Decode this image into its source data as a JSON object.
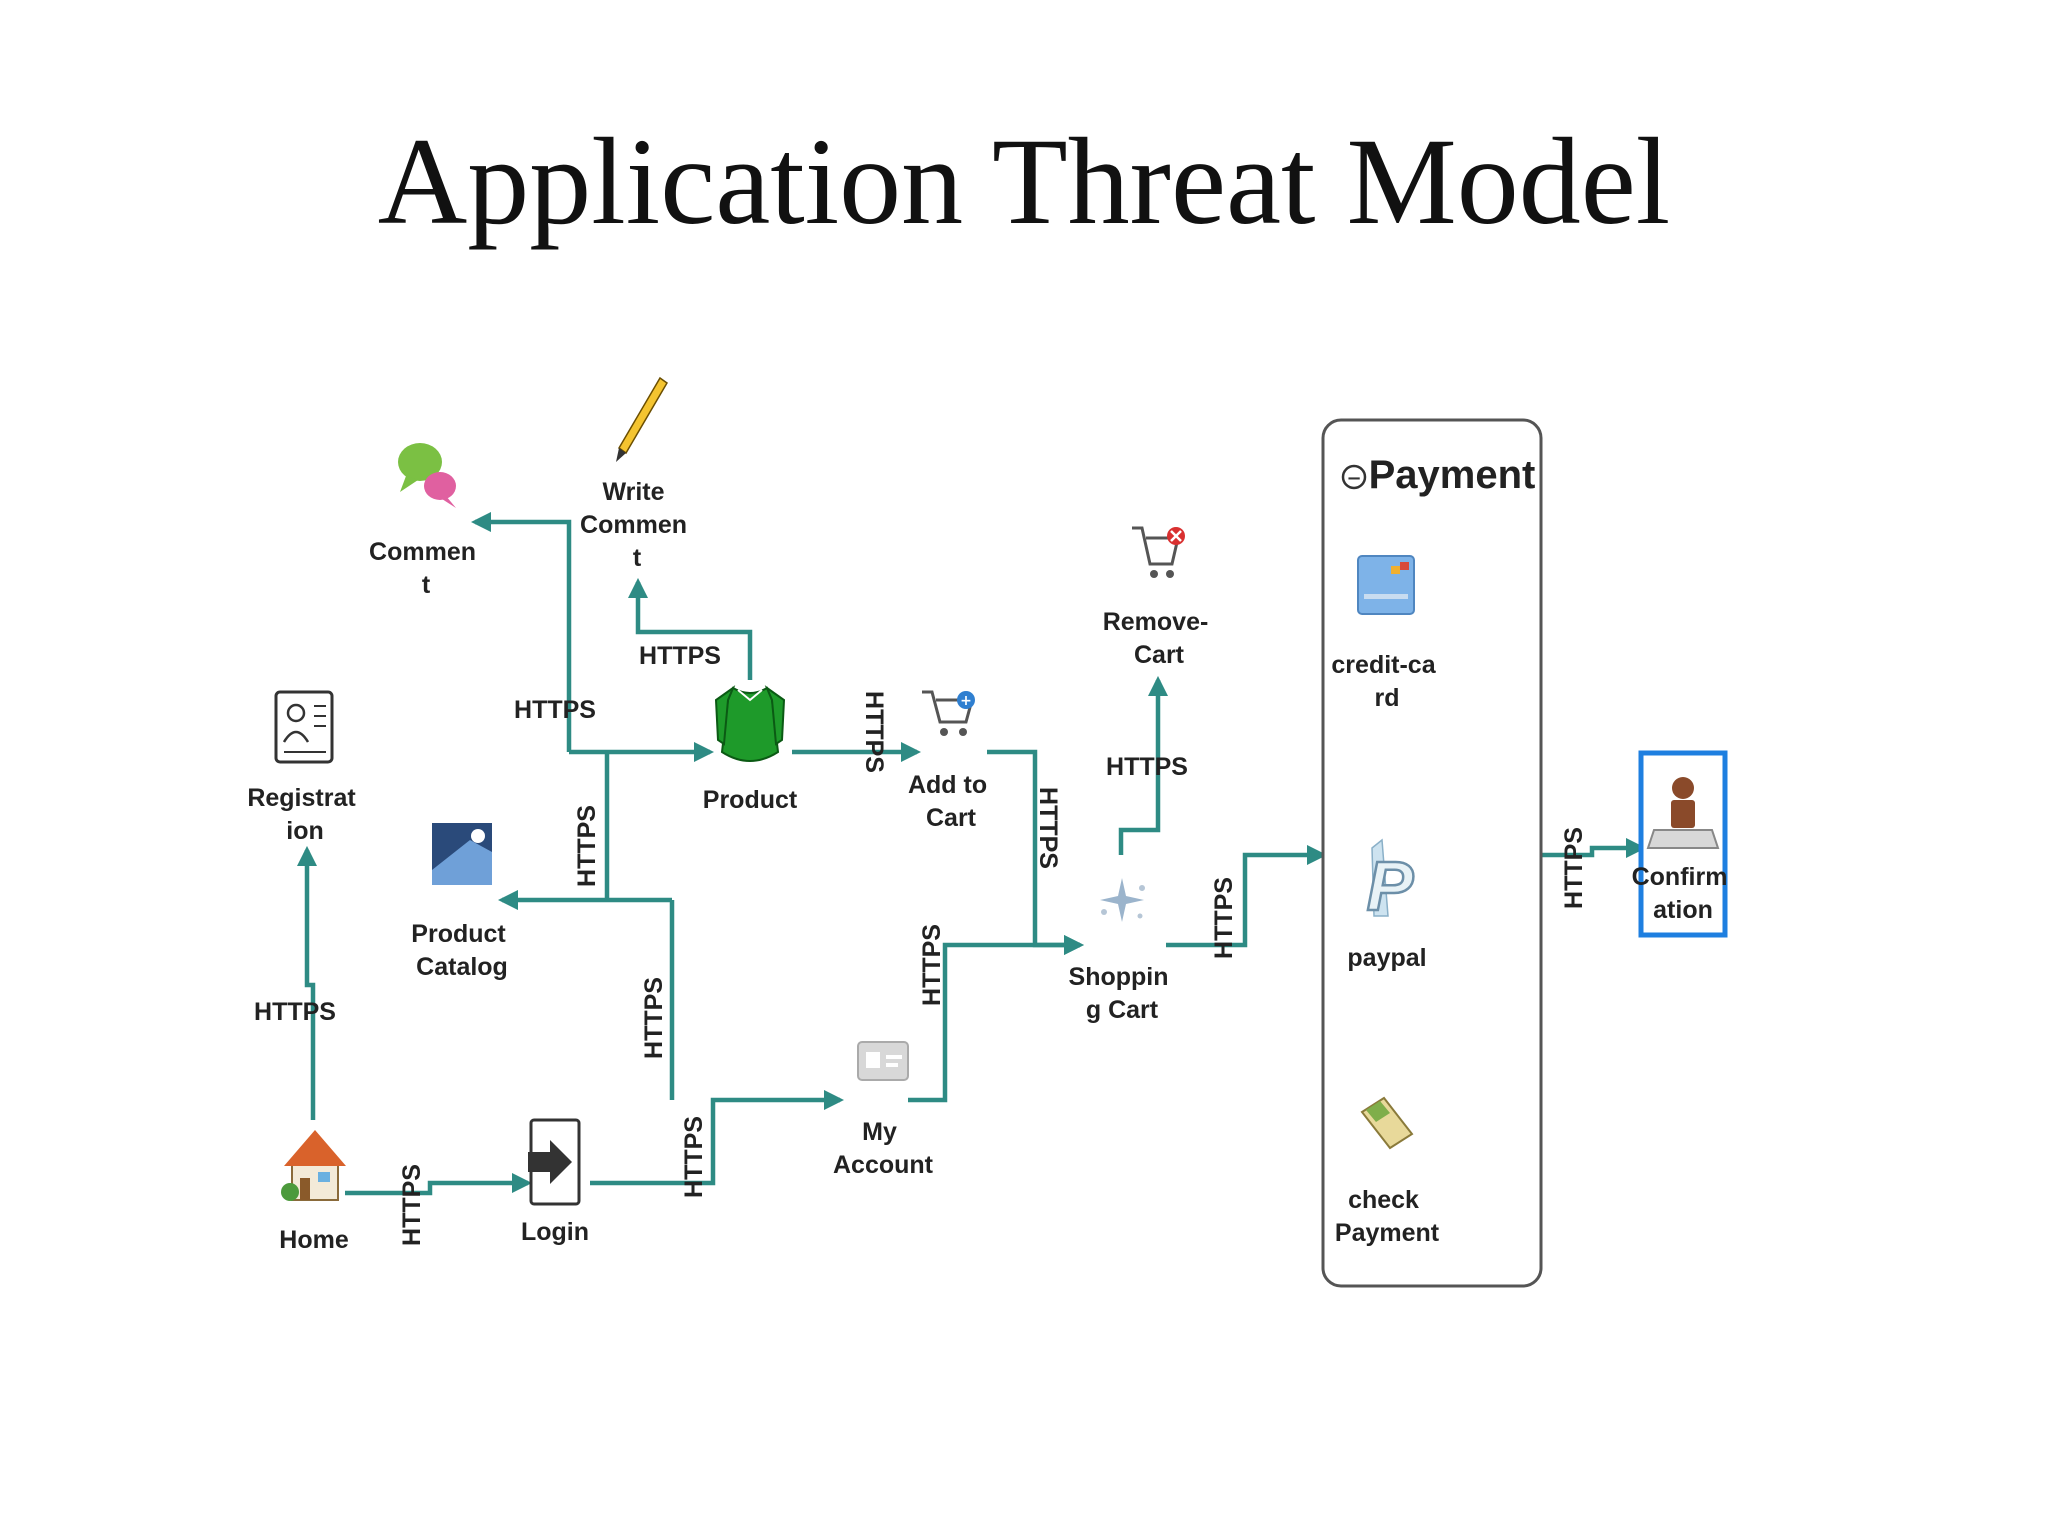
{
  "title": "Application Threat Model",
  "colors": {
    "edge": "#2e8b84",
    "highlight": "#1e7fe0",
    "panel_border": "#555555"
  },
  "nodes": {
    "home": {
      "label": [
        "Home"
      ],
      "icon": "house-icon"
    },
    "login": {
      "label": [
        "Login"
      ],
      "icon": "login-arrow-icon"
    },
    "registration": {
      "label": [
        "Registrat",
        "ion"
      ],
      "icon": "id-card-icon"
    },
    "product_catalog": {
      "label": [
        "Product",
        "Catalog"
      ],
      "icon": "catalog-image-icon"
    },
    "comment": {
      "label": [
        "Commen",
        "t"
      ],
      "icon": "chat-bubbles-icon"
    },
    "write_comment": {
      "label": [
        "Write",
        "Commen",
        "t"
      ],
      "icon": "pencil-icon"
    },
    "product": {
      "label": [
        "Product"
      ],
      "icon": "shirt-icon"
    },
    "add_to_cart": {
      "label": [
        "Add to",
        "Cart"
      ],
      "icon": "cart-add-icon"
    },
    "remove_cart": {
      "label": [
        "Remove-",
        "Cart"
      ],
      "icon": "cart-remove-icon"
    },
    "my_account": {
      "label": [
        "My",
        "Account"
      ],
      "icon": "account-card-icon"
    },
    "shopping_cart": {
      "label": [
        "Shoppin",
        "g Cart"
      ],
      "icon": "sparkle-icon"
    },
    "confirmation": {
      "label": [
        "Confirm",
        "ation"
      ],
      "icon": "stamp-icon"
    }
  },
  "payment": {
    "title": "Payment",
    "collapse_symbol": "−",
    "items": [
      {
        "label": [
          "credit-ca",
          "rd"
        ],
        "icon": "credit-card-icon"
      },
      {
        "label": [
          "paypal"
        ],
        "icon": "paypal-icon"
      },
      {
        "label": [
          "check",
          "Payment"
        ],
        "icon": "check-payment-icon"
      }
    ]
  },
  "edge_label": "HTTPS"
}
